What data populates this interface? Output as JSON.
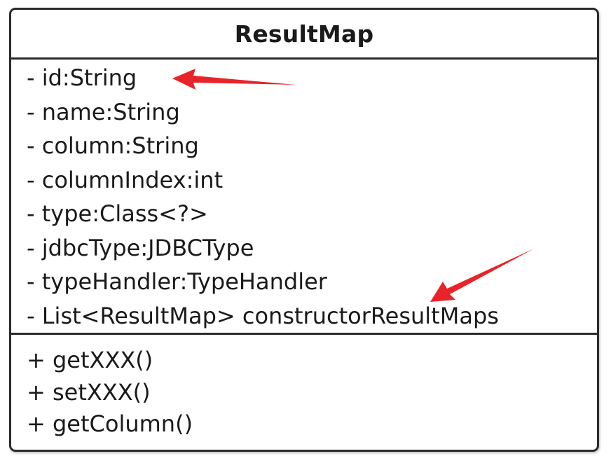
{
  "class": {
    "name": "ResultMap",
    "attributes": [
      "- id:String",
      "- name:String",
      "- column:String",
      "- columnIndex:int",
      "- type:Class<?>",
      "- jdbcType:JDBCType",
      "- typeHandler:TypeHandler",
      "- List<ResultMap> constructorResultMaps"
    ],
    "methods": [
      "+ getXXX()",
      "+ setXXX()",
      "+ getColumn()"
    ]
  },
  "annotation_color": "#e8242b",
  "border_color": "#2b2b2b"
}
